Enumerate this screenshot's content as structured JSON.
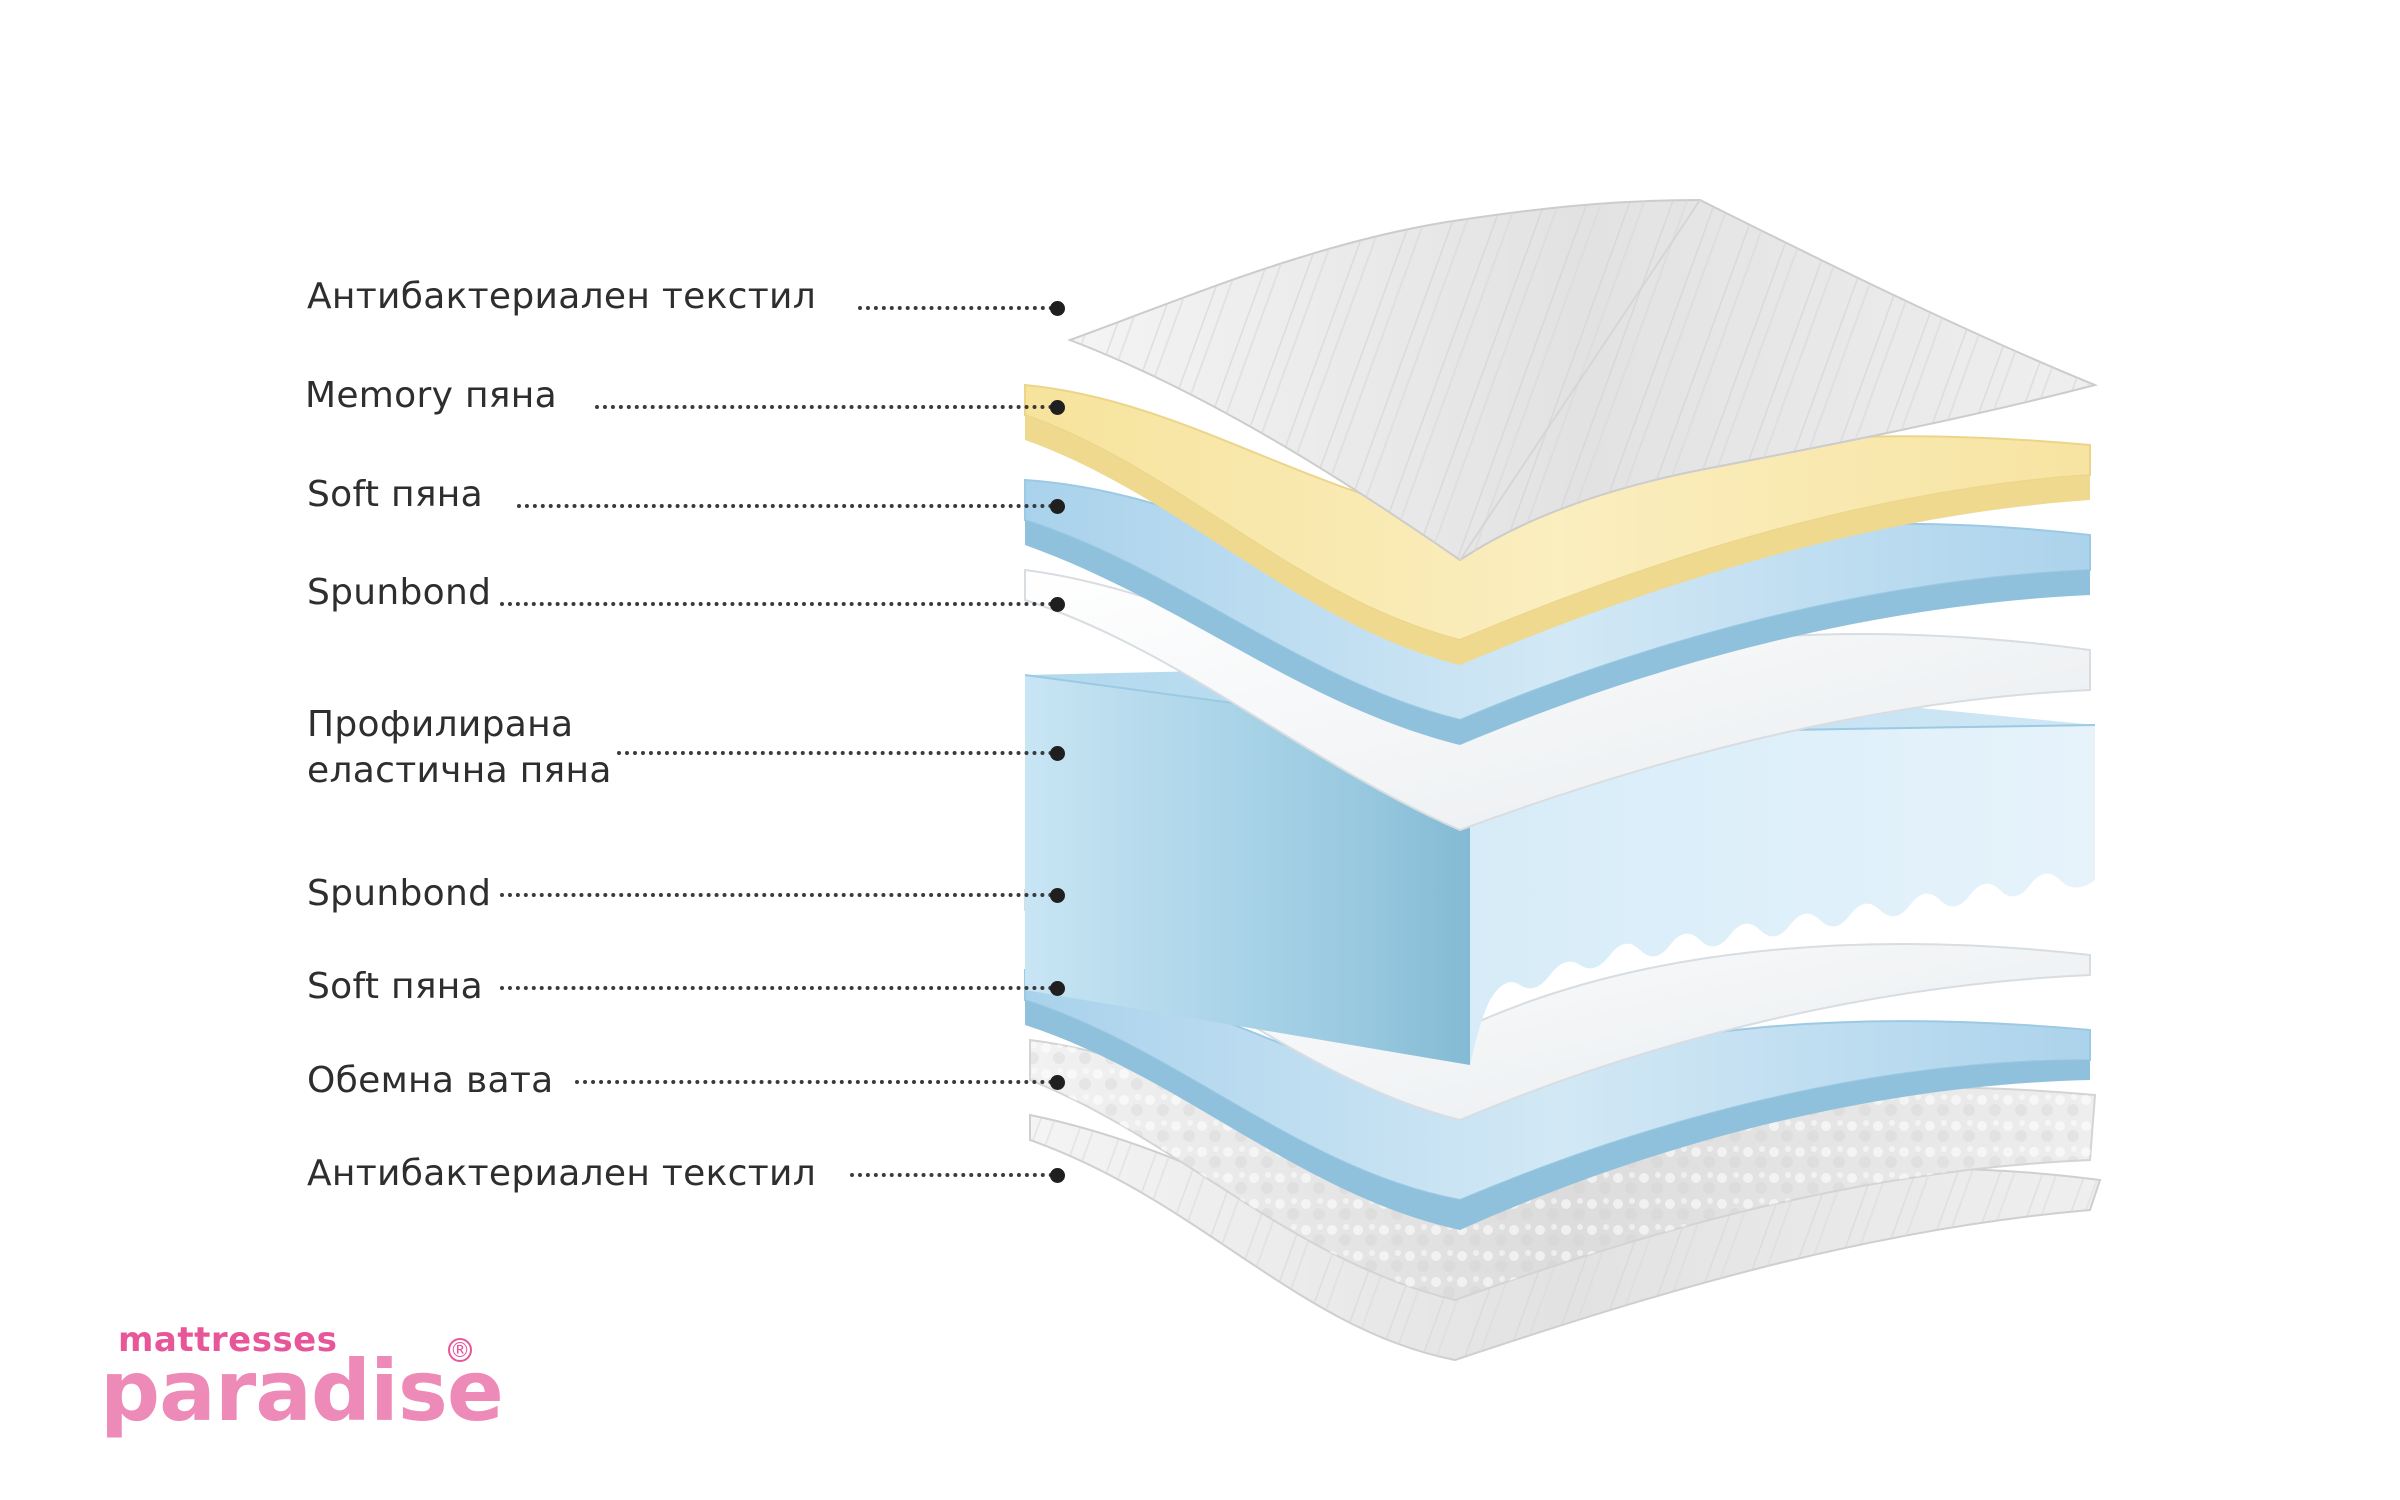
{
  "layers": [
    {
      "label": "Антибактериален текстил",
      "material": "textile"
    },
    {
      "label": "Memory пяна",
      "material": "memory-foam"
    },
    {
      "label": "Soft пяна",
      "material": "soft-foam"
    },
    {
      "label": "Spunbond",
      "material": "spunbond"
    },
    {
      "label": "Профилирана\nеластична пяна",
      "material": "profiled-foam"
    },
    {
      "label": "Spunbond",
      "material": "spunbond"
    },
    {
      "label": "Soft пяна",
      "material": "soft-foam"
    },
    {
      "label": "Обемна вата",
      "material": "wadding"
    },
    {
      "label": "Антибактериален текстил",
      "material": "textile"
    }
  ],
  "logo": {
    "line1": "mattresses",
    "line2": "paradise",
    "mark": "®"
  },
  "colors": {
    "textile": "#e6e6e6",
    "memory": "#f8eab8",
    "soft_foam": "#b8daee",
    "spunbond": "#f3f5f7",
    "profiled_foam": "#c6e3f3",
    "wadding": "#ececec",
    "logo_pink": "#e8569a",
    "logo_light_pink": "#ee8ab8",
    "text": "#2e2e2e"
  }
}
